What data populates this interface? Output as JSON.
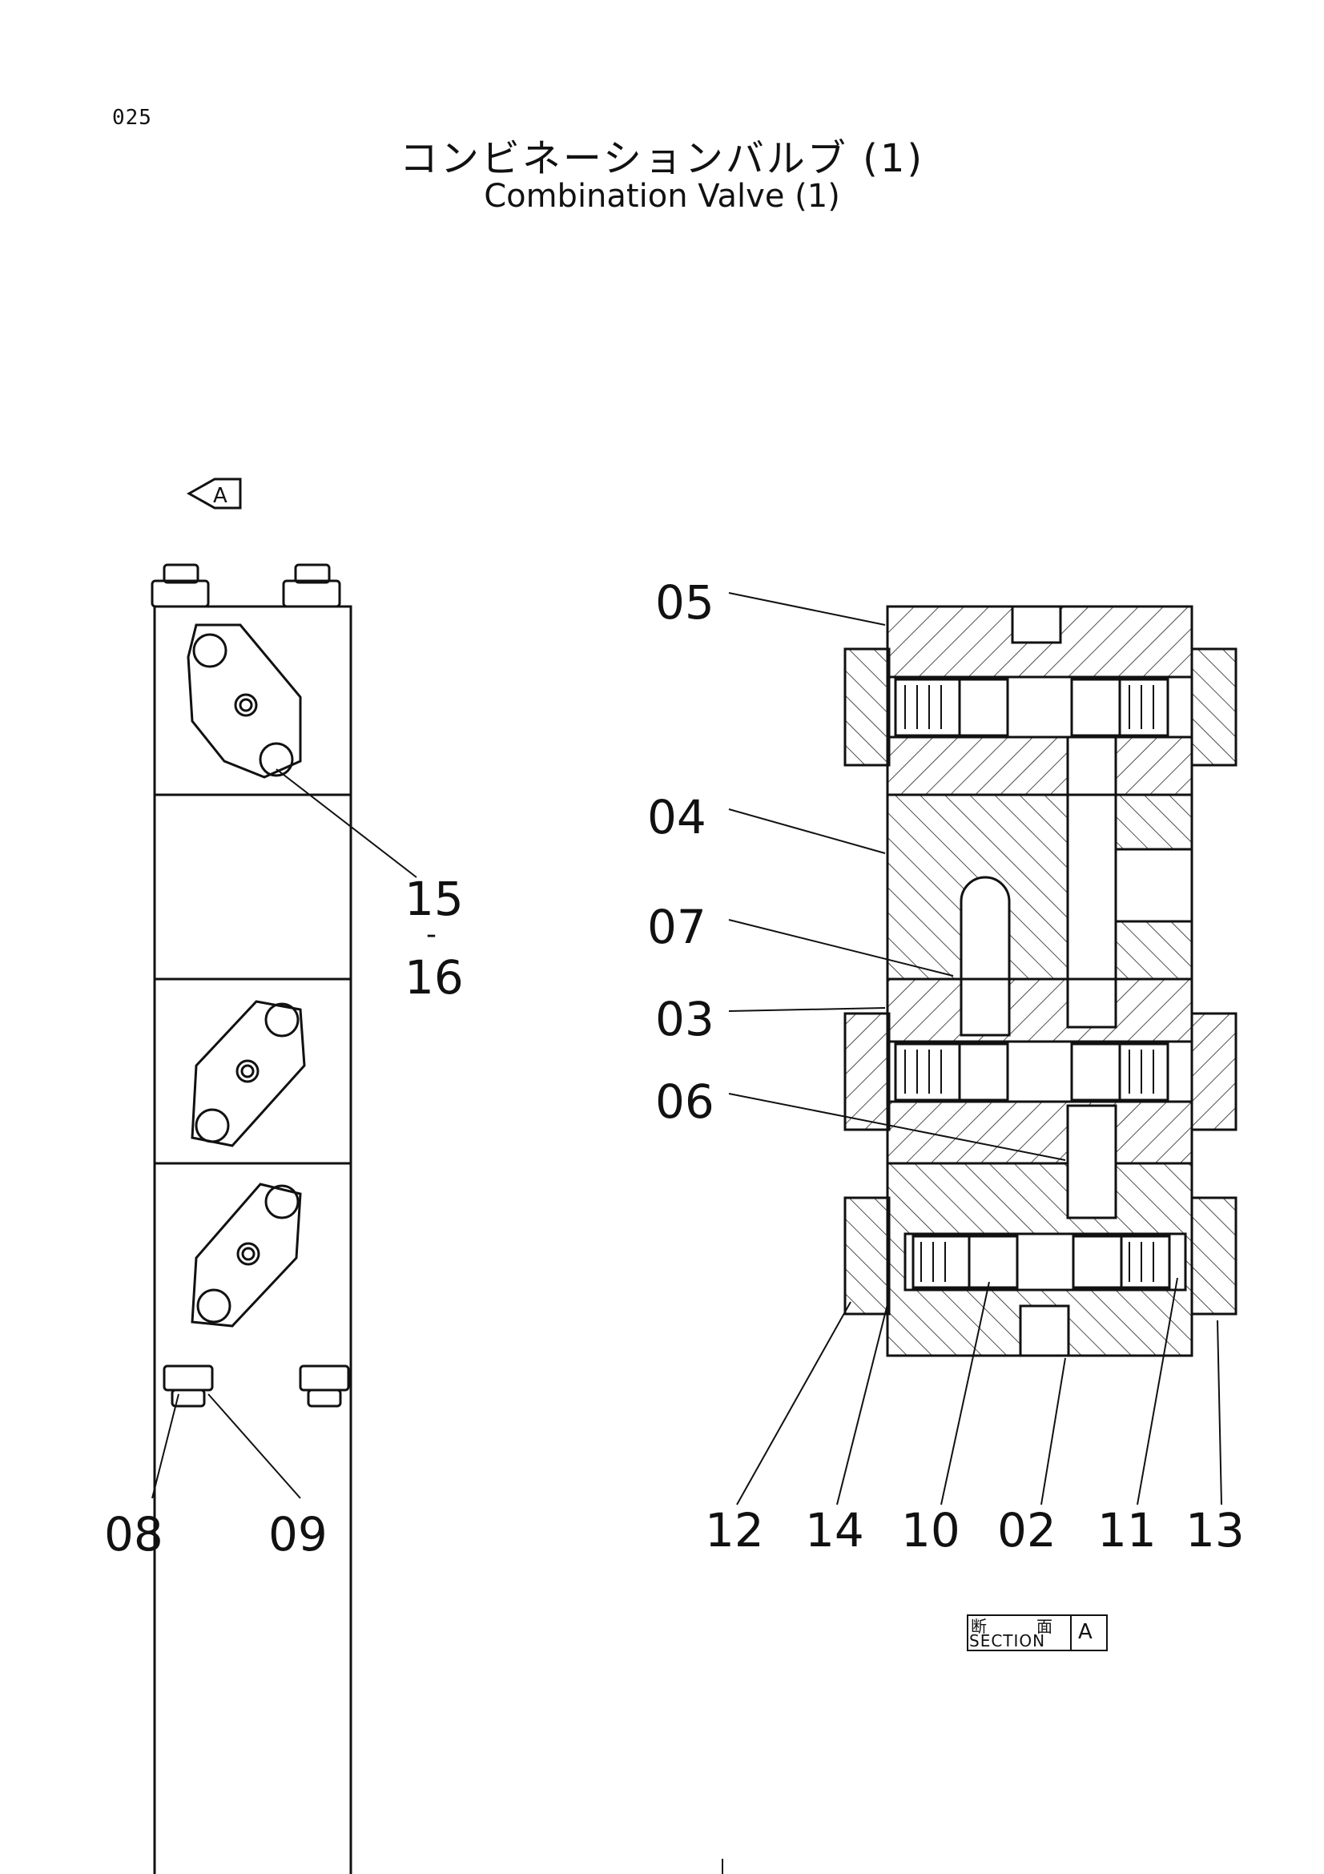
{
  "page_number": "025",
  "title_jp": "コンビネーションバルブ (1)",
  "title_en": "Combination Valve (1)",
  "view_marker": "A",
  "left_view_labels": {
    "callout_15_16": [
      "15",
      "-",
      "16"
    ],
    "bottom": [
      "08",
      "09"
    ]
  },
  "right_view_labels": {
    "left_side": [
      "05",
      "04",
      "07",
      "03",
      "06"
    ],
    "bottom": [
      "12",
      "14",
      "10",
      "02",
      "11",
      "13"
    ]
  },
  "section_tag": {
    "kanji_1": "断",
    "kanji_2": "面",
    "word": "SECTION",
    "letter": "A"
  }
}
